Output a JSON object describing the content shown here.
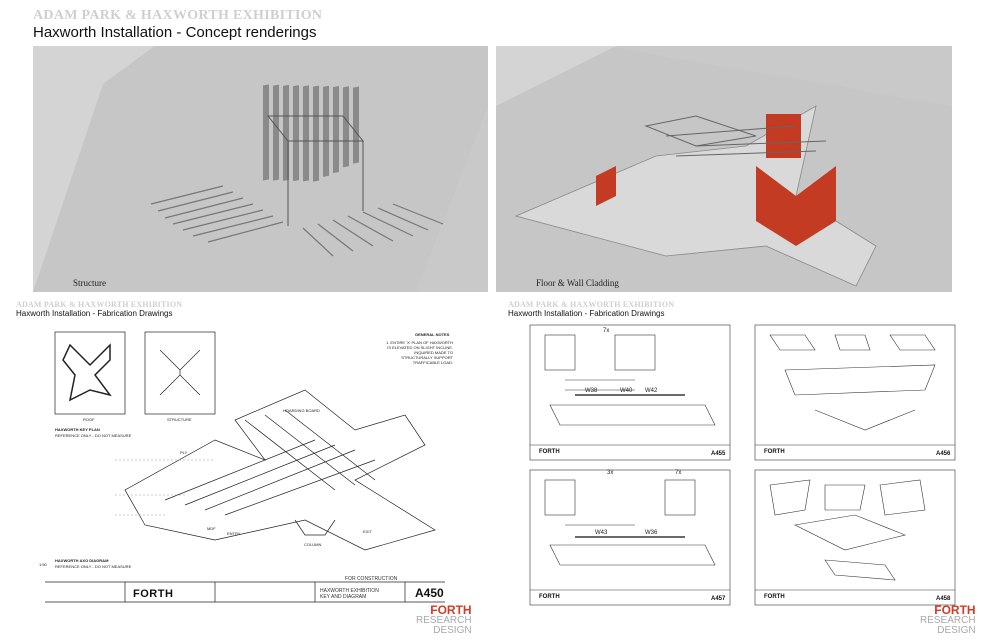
{
  "header": {
    "exhibition": "ADAM PARK & HAXWORTH EXHIBITION",
    "title": "Haxworth Installation - Concept renderings"
  },
  "renderings": [
    {
      "caption": "Structure"
    },
    {
      "caption": "Floor & Wall Cladding"
    }
  ],
  "left_sheet": {
    "exhibition": "ADAM PARK & HAXWORTH EXHIBITION",
    "title": "Haxworth Installation - Fabrication Drawings",
    "general_notes_title": "GENERAL NOTES",
    "general_notes_text": "1. ENTIRE 'X' PLAN OF HAXWORTH IS ELEVATED ON SLIGHT INCLINE. INQUIRED MADE TO STRUCTURALLY SUPPORT TRAFFICABLE LOAD.",
    "plan_label_roof": "ROOF",
    "plan_label_structure": "STRUCTURE",
    "key_plan": "HAXWORTH KEY PLAN",
    "key_plan_ref": "REFERENCE ONLY - DO NOT MEASURE",
    "axo": "HAXWORTH AXO DIAGRAM",
    "axo_ref": "REFERENCE ONLY - DO NOT MEASURE",
    "scale": "1:50",
    "labels": {
      "hoarding_board": "HOARDING BOARD",
      "ply": "PLY",
      "entry": "ENTRY",
      "exit": "EXIT",
      "column": "COLUMN",
      "mdf": "MDF"
    },
    "firm": "FORTH",
    "project": "HAXWORTH EXHIBITION KEY AND DIAGRAM",
    "status": "FOR CONSTRUCTION",
    "sheet_no": "A450"
  },
  "right_sheet": {
    "exhibition": "ADAM PARK & HAXWORTH EXHIBITION",
    "title": "Haxworth Installation - Fabrication Drawings",
    "dims": {
      "a": "7x",
      "b": "3x",
      "c": "7x",
      "w38": "W38",
      "w40": "W40",
      "w42": "W42",
      "w43": "W43",
      "w36": "W36"
    },
    "firm": "FORTH",
    "sheets": [
      "A455",
      "A456",
      "A457",
      "A458"
    ]
  },
  "brand": {
    "line1": "FORTH",
    "line2": "RESEARCH",
    "line3": "DESIGN",
    "accent": "#d23b25"
  }
}
